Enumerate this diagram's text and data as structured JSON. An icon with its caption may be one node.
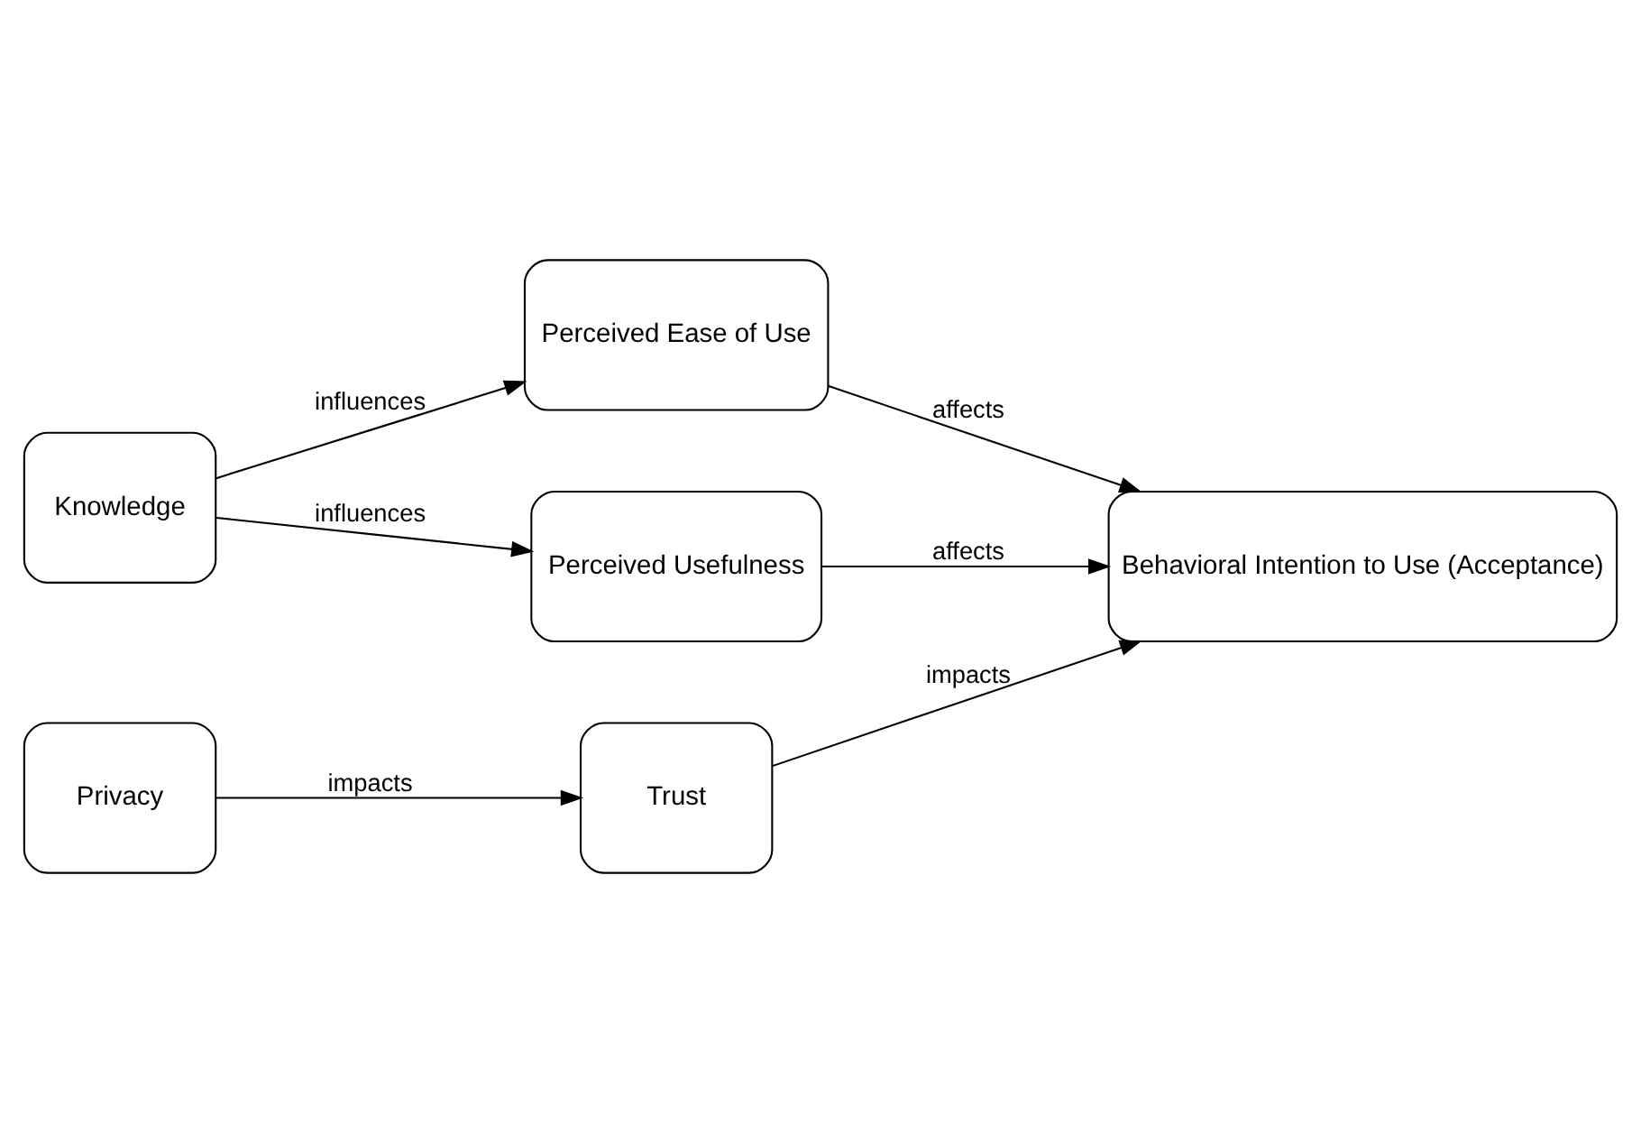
{
  "diagram": {
    "nodes": [
      {
        "text": [
          "Perceived Ease of Use"
        ]
      },
      {
        "text": [
          "Knowledge"
        ]
      },
      {
        "text": [
          "Behavioral Intention to Use (Acceptance)"
        ]
      },
      {
        "text": [
          "Perceived Usefulness"
        ]
      },
      {
        "text": [
          "Privacy"
        ]
      },
      {
        "text": [
          "Trust"
        ]
      }
    ],
    "edges": [
      {
        "from": 1,
        "to": 0,
        "arrow": "to",
        "label": "influences"
      },
      {
        "from": 0,
        "to": 2,
        "arrow": "to",
        "label": "affects"
      },
      {
        "from": 1,
        "to": 3,
        "arrow": "to",
        "label": "influences"
      },
      {
        "from": 3,
        "to": 2,
        "arrow": "to",
        "label": "affects"
      },
      {
        "from": 4,
        "to": 5,
        "arrow": "to",
        "label": "impacts"
      },
      {
        "from": 5,
        "to": 2,
        "arrow": "to",
        "label": "impacts"
      }
    ]
  }
}
